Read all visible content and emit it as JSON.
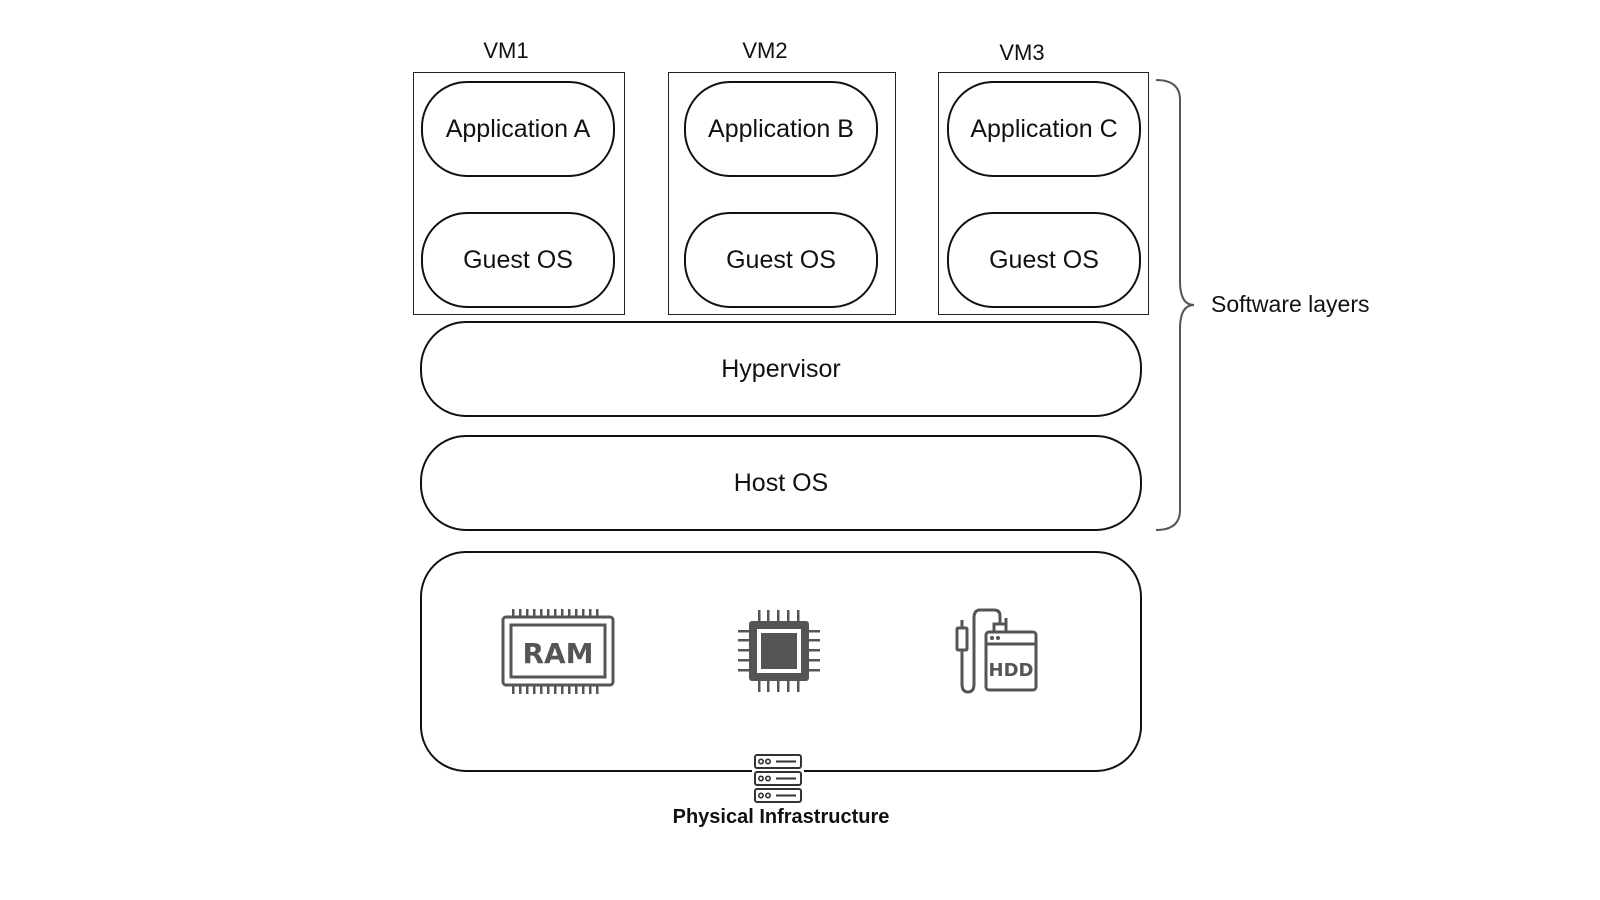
{
  "vms": [
    {
      "title": "VM1",
      "app": "Application A",
      "os": "Guest OS"
    },
    {
      "title": "VM2",
      "app": "Application B",
      "os": "Guest OS"
    },
    {
      "title": "VM3",
      "app": "Application C",
      "os": "Guest OS"
    }
  ],
  "layers": {
    "hypervisor": "Hypervisor",
    "host_os": "Host OS"
  },
  "brace_label": "Software layers",
  "infrastructure": {
    "label": "Physical Infrastructure",
    "ram_text": "RAM",
    "hdd_text": "HDD",
    "icons": [
      "ram-icon",
      "cpu-icon",
      "hdd-icon",
      "server-icon"
    ]
  },
  "colors": {
    "stroke": "#111111",
    "icon_gray": "#555555"
  }
}
